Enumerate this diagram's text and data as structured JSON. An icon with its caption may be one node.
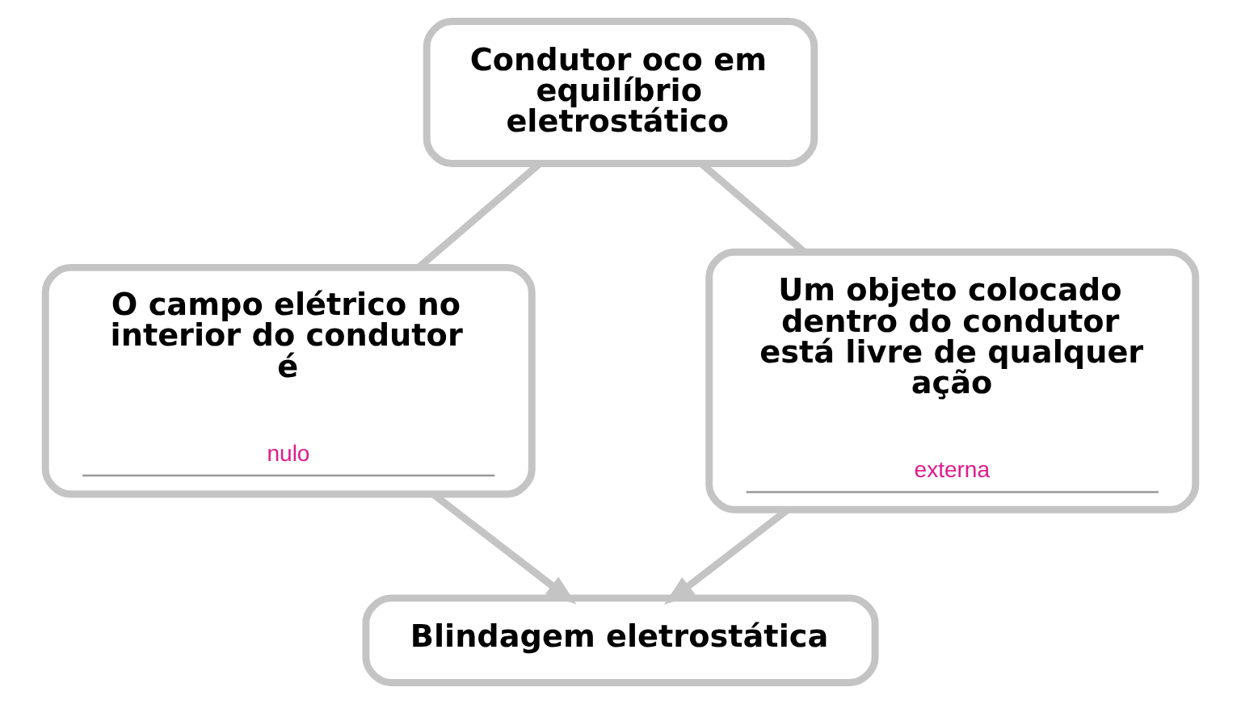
{
  "diagram": {
    "nodes": [
      {
        "text": [
          "Condutor oco em equilíbrio eletrostático"
        ]
      },
      {
        "text": [
          "O campo elétrico no interior do condutor é",
          "nulo"
        ]
      },
      {
        "text": [
          "Um objeto colocado dentro do condutor está livre de qualquer ação",
          "externa"
        ]
      },
      {
        "text": [
          "Blindagem eletrostática"
        ]
      }
    ],
    "edges": [
      {
        "from": 0,
        "to": 1,
        "arrow": "none"
      },
      {
        "from": 0,
        "to": 2,
        "arrow": "none"
      },
      {
        "from": 1,
        "to": 3,
        "arrow": "to"
      },
      {
        "from": 2,
        "to": 3,
        "arrow": "to"
      }
    ]
  }
}
